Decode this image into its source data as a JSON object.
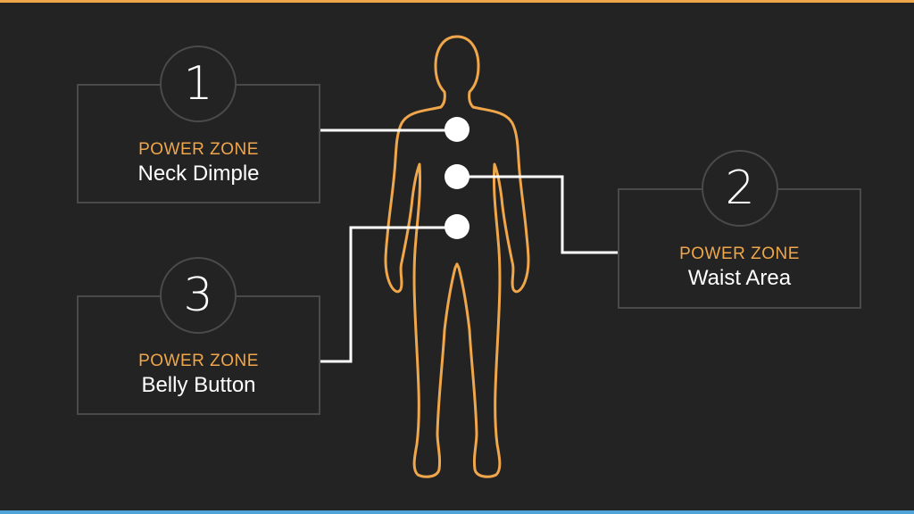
{
  "colors": {
    "background": "#232323",
    "accent_orange": "#f0a64a",
    "accent_blue": "#4fa3d8",
    "box_border": "#4a4a4a",
    "connector": "#ffffff"
  },
  "zones": [
    {
      "number": "1",
      "kicker": "POWER ZONE",
      "name": "Neck Dimple"
    },
    {
      "number": "2",
      "kicker": "POWER ZONE",
      "name": "Waist Area"
    },
    {
      "number": "3",
      "kicker": "POWER ZONE",
      "name": "Belly Button"
    }
  ],
  "icons": {
    "figure": "human-body-outline-icon",
    "marker": "zone-marker-dot"
  }
}
